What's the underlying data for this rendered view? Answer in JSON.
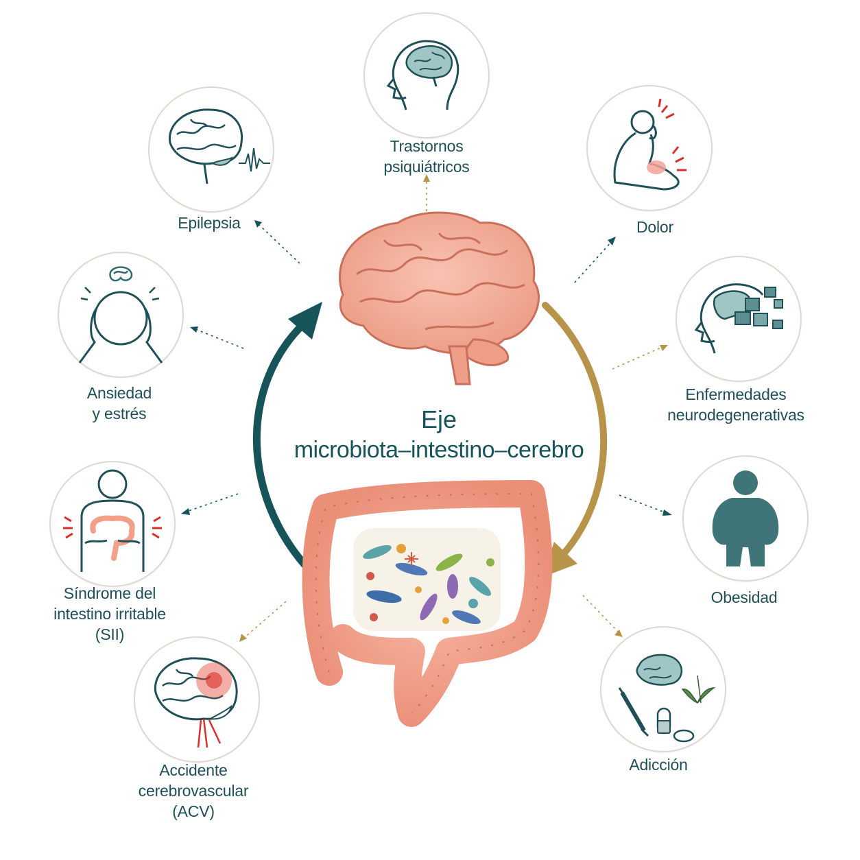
{
  "title": {
    "line1": "Eje",
    "line2": "microbiota–intestino–cerebro"
  },
  "colors": {
    "teal": "#16545a",
    "gold": "#b8944a",
    "label": "#1f4f57",
    "tissue": "#f2a08a",
    "alert_red": "#d9302a"
  },
  "nodes": {
    "psiquiatricos": {
      "label": "Trastornos\npsiquiátricos",
      "icon": "head-brain-icon"
    },
    "dolor": {
      "label": "Dolor",
      "icon": "person-pain-icon"
    },
    "neuro": {
      "label": "Enfermedades\nneurodegenerativas",
      "icon": "puzzle-brain-icon"
    },
    "obesidad": {
      "label": "Obesidad",
      "icon": "obese-person-icon"
    },
    "adiccion": {
      "label": "Adicción",
      "icon": "addiction-icon"
    },
    "acv": {
      "label": "Accidente\ncerebrovascular\n(ACV)",
      "icon": "stroke-brain-icon"
    },
    "sii": {
      "label": "Síndrome del\nintestino irritable\n(SII)",
      "icon": "abdominal-pain-icon"
    },
    "ansiedad": {
      "label": "Ansiedad\ny estrés",
      "icon": "stress-head-icon"
    },
    "epilepsia": {
      "label": "Epilepsia",
      "icon": "brain-eeg-icon"
    }
  }
}
